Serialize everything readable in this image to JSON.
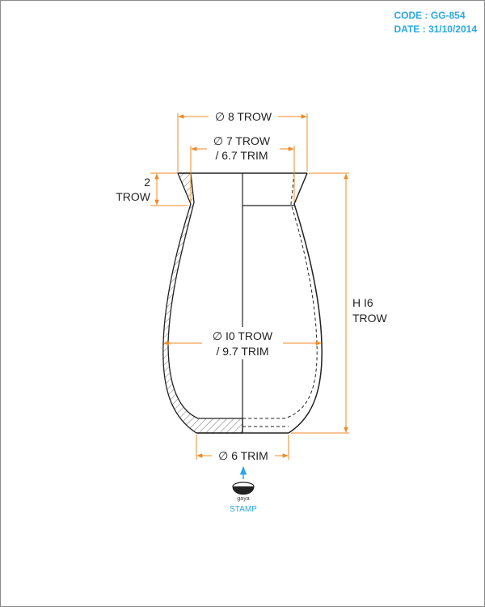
{
  "header": {
    "code": "CODE : GG-854",
    "date": "DATE : 31/10/2014"
  },
  "dimensions": {
    "top_outer": "∅ 8 TROW",
    "top_inner_1": "∅ 7 TROW",
    "top_inner_2": "/ 6.7 TRIM",
    "rim_height_1": "2",
    "rim_height_2": "TROW",
    "belly_1": "∅ I0 TROW",
    "belly_2": "/ 9.7 TRIM",
    "base": "∅ 6 TRIM",
    "height_1": "H I6",
    "height_2": "TROW"
  },
  "stamp": {
    "brand": "gaya",
    "label": "STAMP"
  },
  "colors": {
    "dimension": "#f08a24",
    "accent": "#2aa8e0",
    "outline": "#222222"
  }
}
